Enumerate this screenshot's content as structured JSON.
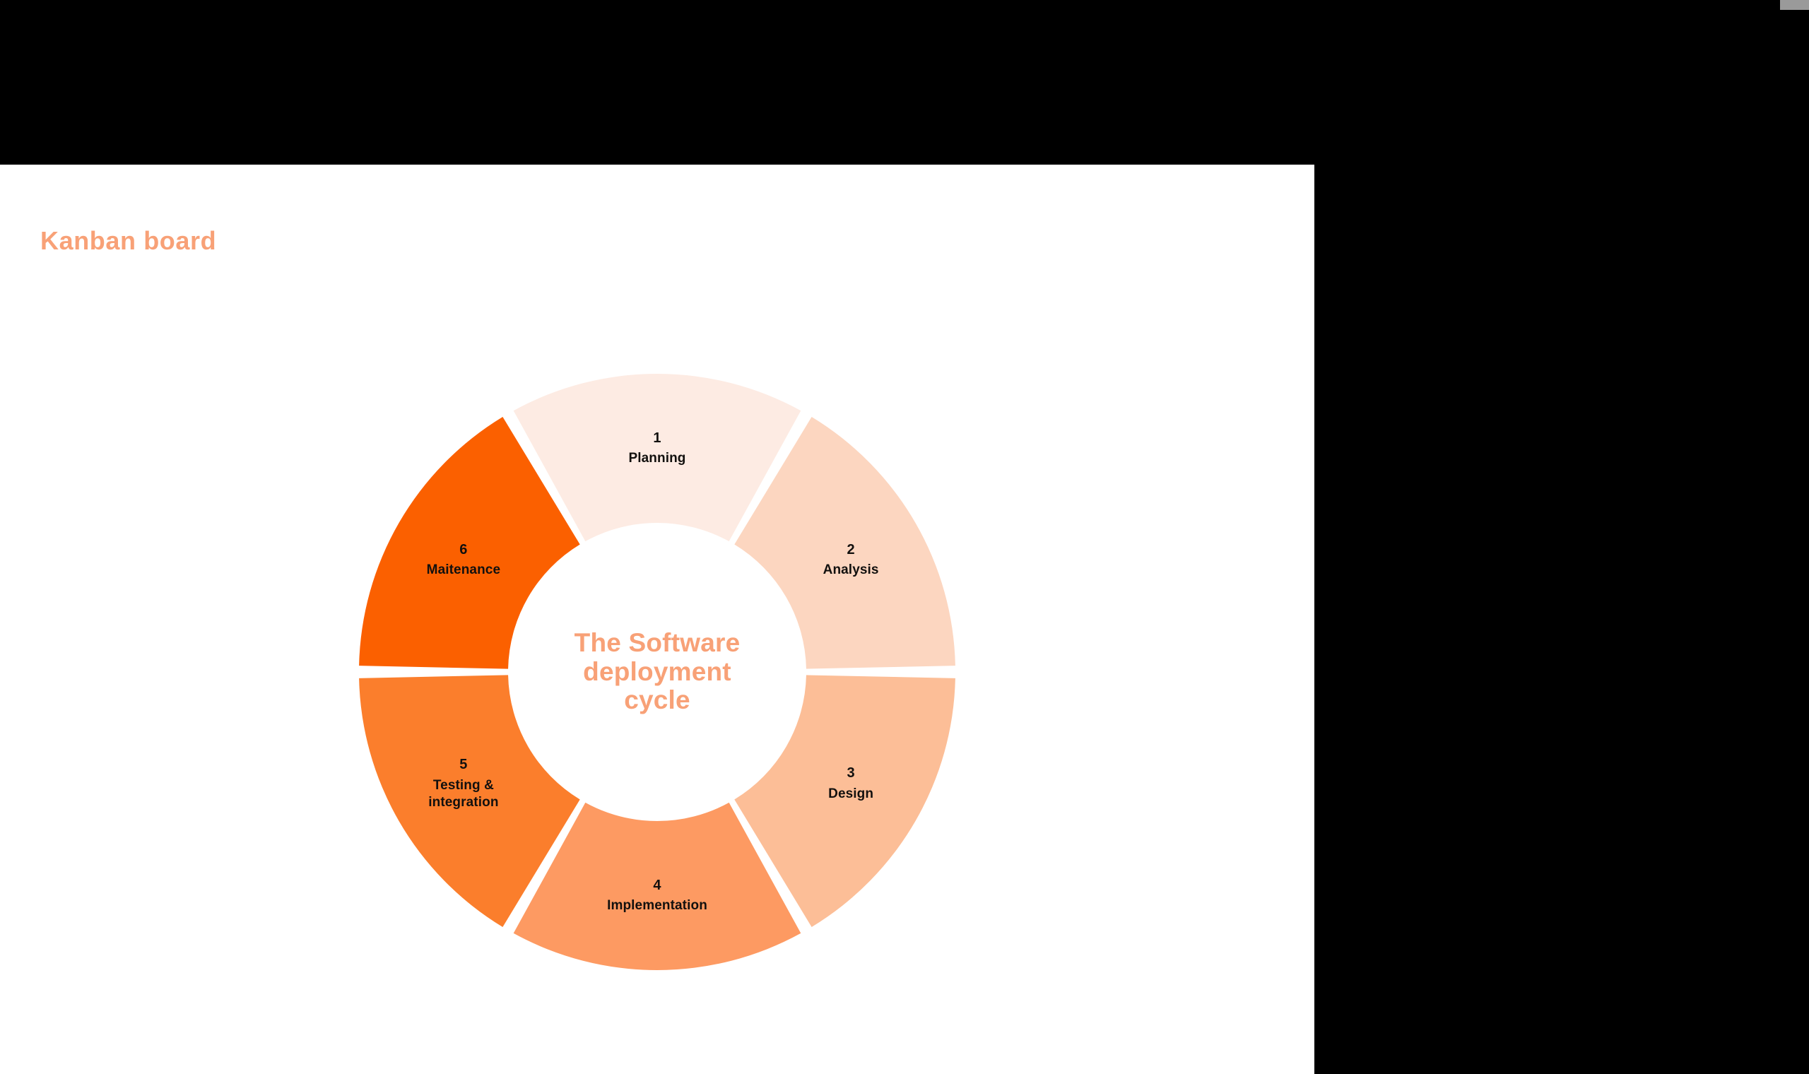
{
  "window": {
    "background_color": "#000000",
    "canvas_background": "#ffffff",
    "scrollbar_color": "#9a9a9a"
  },
  "slide": {
    "title": "Kanban board",
    "title_color": "#f8a177"
  },
  "chart_data": {
    "type": "pie",
    "variant": "donut",
    "title": "The Software deployment cycle",
    "center_lines": [
      "The Software",
      "deployment",
      "cycle"
    ],
    "center_text_color": "#f8a177",
    "segment_count": 6,
    "equal_segments": true,
    "segment_angle_degrees": 60,
    "start_angle_degrees": -30,
    "gap_color": "#ffffff",
    "categories": [
      "Planning",
      "Analysis",
      "Design",
      "Implementation",
      "Testing & integration",
      "Maitenance"
    ],
    "values": [
      1,
      1,
      1,
      1,
      1,
      1
    ],
    "labels": [
      {
        "number": "1",
        "name": "Planning",
        "lines": [
          "Planning"
        ],
        "color": "#fdebe3"
      },
      {
        "number": "2",
        "name": "Analysis",
        "lines": [
          "Analysis"
        ],
        "color": "#fcd6c0"
      },
      {
        "number": "3",
        "name": "Design",
        "lines": [
          "Design"
        ],
        "color": "#fcbe97"
      },
      {
        "number": "4",
        "name": "Implementation",
        "lines": [
          "Implementation"
        ],
        "color": "#fd9a62"
      },
      {
        "number": "5",
        "name": "Testing & integration",
        "lines": [
          "Testing &",
          "integration"
        ],
        "color": "#fb7e2c"
      },
      {
        "number": "6",
        "name": "Maitenance",
        "lines": [
          "Maitenance"
        ],
        "color": "#fb6000"
      }
    ],
    "label_text_color": "#12100e",
    "legend": "none",
    "grid": false
  }
}
